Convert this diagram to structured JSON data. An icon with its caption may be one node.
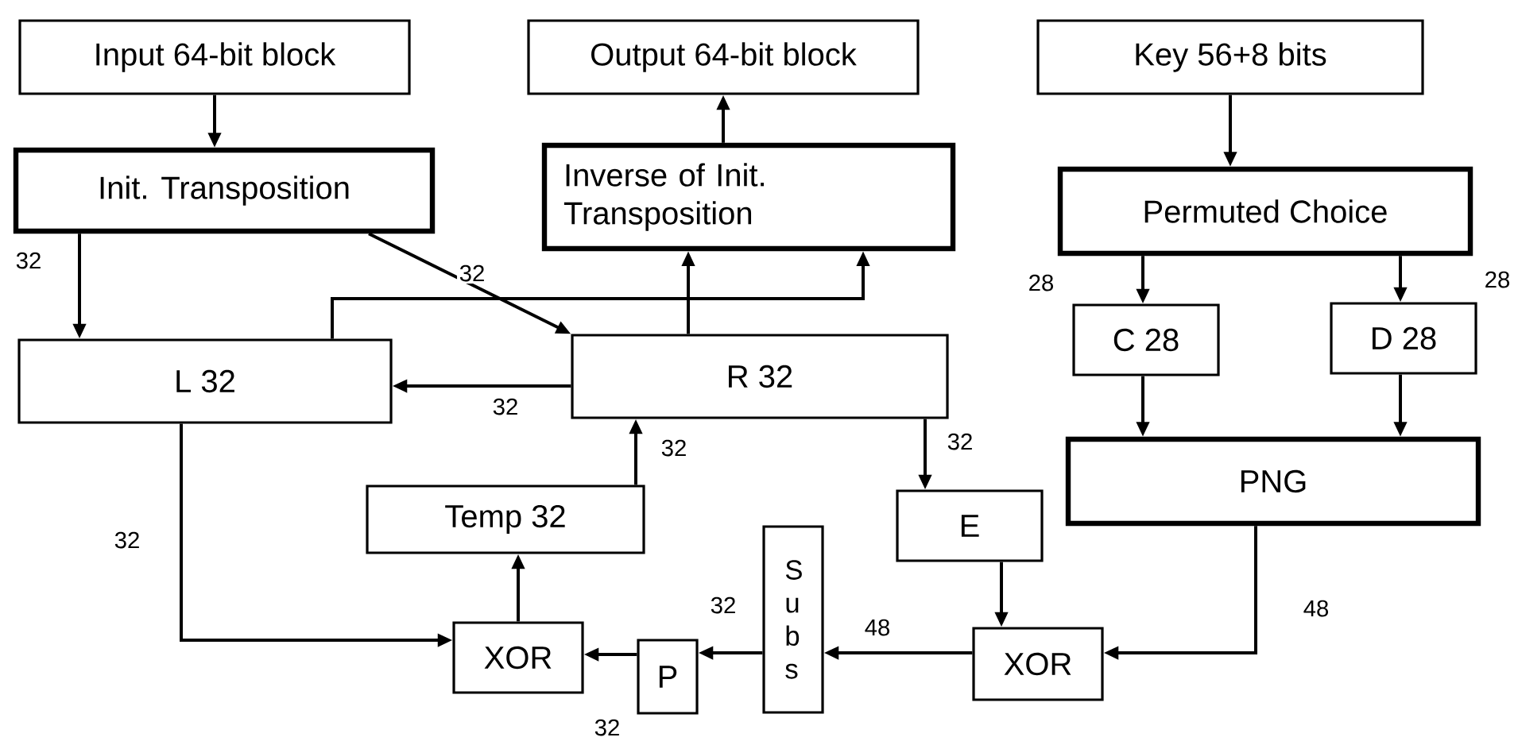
{
  "diagram": {
    "nodes": [
      {
        "text": [
          "Input 64-bit block"
        ]
      },
      {
        "text": [
          "Output 64-bit block"
        ]
      },
      {
        "text": [
          "Key 56+8 bits"
        ]
      },
      {
        "text": [
          "Init. Transposition"
        ]
      },
      {
        "text": [
          "Inverse of Init. Transposition"
        ]
      },
      {
        "text": [
          "Permuted Choice"
        ]
      },
      {
        "text": [
          "L 32"
        ]
      },
      {
        "text": [
          "R 32"
        ]
      },
      {
        "text": [
          "C 28"
        ]
      },
      {
        "text": [
          "D 28"
        ]
      },
      {
        "text": [
          "PNG"
        ]
      },
      {
        "text": [
          "Temp 32"
        ]
      },
      {
        "text": [
          "E"
        ]
      },
      {
        "text": [
          "XOR"
        ]
      },
      {
        "text": [
          "P"
        ]
      },
      {
        "text": [
          "Subs"
        ]
      },
      {
        "text": [
          "XOR"
        ]
      }
    ],
    "edges": [
      {
        "from": 0,
        "to": 3,
        "arrow": "to"
      },
      {
        "from": 3,
        "to": 6,
        "arrow": "to",
        "label": "32"
      },
      {
        "from": 3,
        "to": 7,
        "arrow": "to",
        "label": "32"
      },
      {
        "from": 7,
        "to": 6,
        "arrow": "to",
        "label": "32"
      },
      {
        "from": 6,
        "to": 4,
        "arrow": "to"
      },
      {
        "from": 7,
        "to": 4,
        "arrow": "to"
      },
      {
        "from": 4,
        "to": 1,
        "arrow": "to"
      },
      {
        "from": 7,
        "to": 12,
        "arrow": "to",
        "label": "32"
      },
      {
        "from": 2,
        "to": 5,
        "arrow": "to"
      },
      {
        "from": 5,
        "to": 8,
        "arrow": "to",
        "label": "28"
      },
      {
        "from": 5,
        "to": 9,
        "arrow": "to",
        "label": "28"
      },
      {
        "from": 8,
        "to": 10,
        "arrow": "to"
      },
      {
        "from": 9,
        "to": 10,
        "arrow": "to"
      },
      {
        "from": 10,
        "to": 16,
        "arrow": "to",
        "label": "48"
      },
      {
        "from": 12,
        "to": 16,
        "arrow": "to"
      },
      {
        "from": 16,
        "to": 15,
        "arrow": "to",
        "label": "48"
      },
      {
        "from": 15,
        "to": 14,
        "arrow": "to",
        "label": "32"
      },
      {
        "from": 14,
        "to": 13,
        "arrow": "to",
        "label": "32"
      },
      {
        "from": 13,
        "to": 11,
        "arrow": "to"
      },
      {
        "from": 11,
        "to": 7,
        "arrow": "to",
        "label": "32"
      },
      {
        "from": 6,
        "to": 13,
        "arrow": "to",
        "label": "32"
      }
    ]
  }
}
